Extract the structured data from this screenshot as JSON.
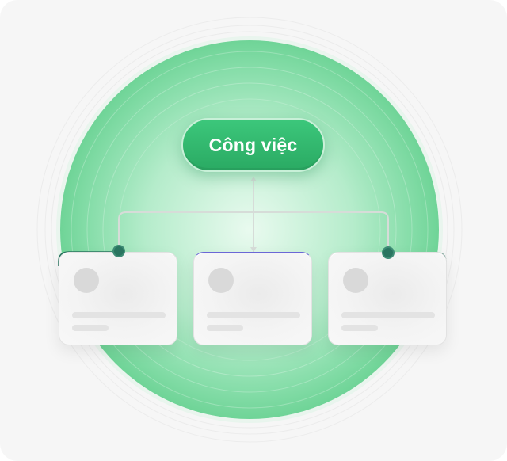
{
  "diagram": {
    "root": {
      "label": "Công việc"
    },
    "children": [
      {
        "id": "child-1"
      },
      {
        "id": "child-2"
      },
      {
        "id": "child-3"
      }
    ]
  },
  "colors": {
    "accent_green": "#2fb56b",
    "connector_dot": "#2a7560",
    "connector_line": "#cfd8d2",
    "highlight_edge": "#6b67d6",
    "background": "#f6f6f6"
  }
}
